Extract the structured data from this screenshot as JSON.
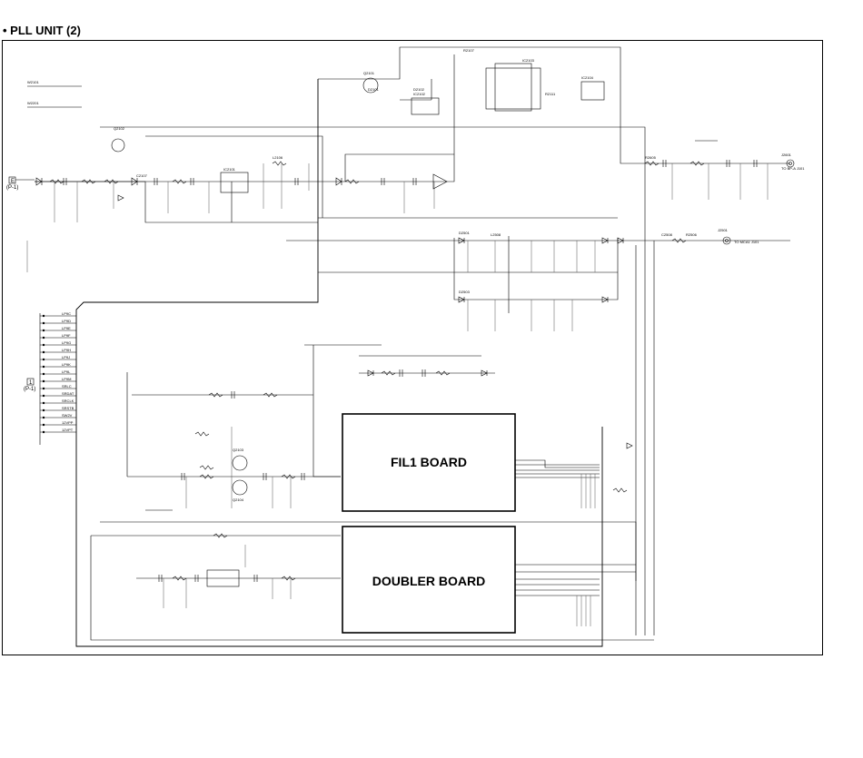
{
  "title": "• PLL UNIT (2)",
  "boards": {
    "fil1": "FIL1 BOARD",
    "doubler": "DOUBLER BOARD"
  },
  "connectors": {
    "e_label": "E",
    "e_ref": "(P-1)",
    "l_label": "1",
    "l_ref": "(P-1)",
    "out_a": "TO BP-A J101",
    "out_b": "TO MCA1 J101"
  },
  "refdes": {
    "q1": "Q2101",
    "q2": "Q2102",
    "q3": "Q2103",
    "q4": "Q2104",
    "ic1": "IC2101",
    "ic2": "IC2102",
    "ic3": "IC2103",
    "ic4": "IC2104",
    "d1": "D2101",
    "d2": "D2102",
    "d3": "D2501",
    "d4": "D2503",
    "j1": "J2601",
    "j2": "J2501",
    "wb1": "W2101",
    "wb2": "W2201",
    "r1": "R2107",
    "r2": "R2111",
    "r3": "R2506",
    "r4": "R2605",
    "l1": "L2106",
    "l2": "L2508",
    "c1": "C2107",
    "c2": "C2508"
  },
  "signal_names": [
    "LP9C",
    "LP9D",
    "LP9E",
    "LP9F",
    "LP9G",
    "LP9H",
    "LP9J",
    "LP9K",
    "LP9L",
    "LP9M",
    "SRLC",
    "SRDAT",
    "SRCLK",
    "SRSTB",
    "SW2V",
    "12VPP",
    "12VPT"
  ]
}
